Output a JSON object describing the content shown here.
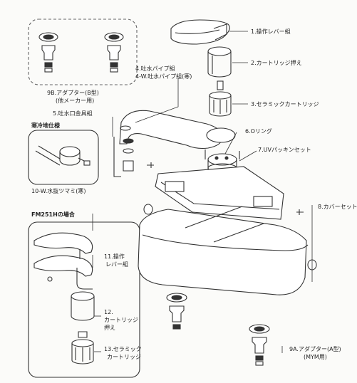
{
  "labels": {
    "l1": "1.操作レバー組",
    "l2": "2.カートリッジ押え",
    "l3": "3.セラミックカートリッジ",
    "l4a": "4.吐水パイプ組",
    "l4b": "4-W.吐水パイプ組(寒)",
    "l5": "5.吐水口金具組",
    "l6": "6.Oリング",
    "l7": "7.UVパッキンセット",
    "l8": "8.カバーセット",
    "l9a": "9A.アダプター(A型)",
    "l9a_sub": "(MYM用)",
    "l9b": "9B.アダプター(B型)",
    "l9b_sub": "(他メーカー用)",
    "cold_title": "寒冷地仕様",
    "l10": "10-W.水抜ツマミ(寒)",
    "fm_title": "FM251Hの場合",
    "l11a": "11.操作",
    "l11b": "レバー組",
    "l12a": "12.",
    "l12b": "カートリッジ",
    "l12c": "押え",
    "l13a": "13.セラミック",
    "l13b": "カートリッジ"
  }
}
